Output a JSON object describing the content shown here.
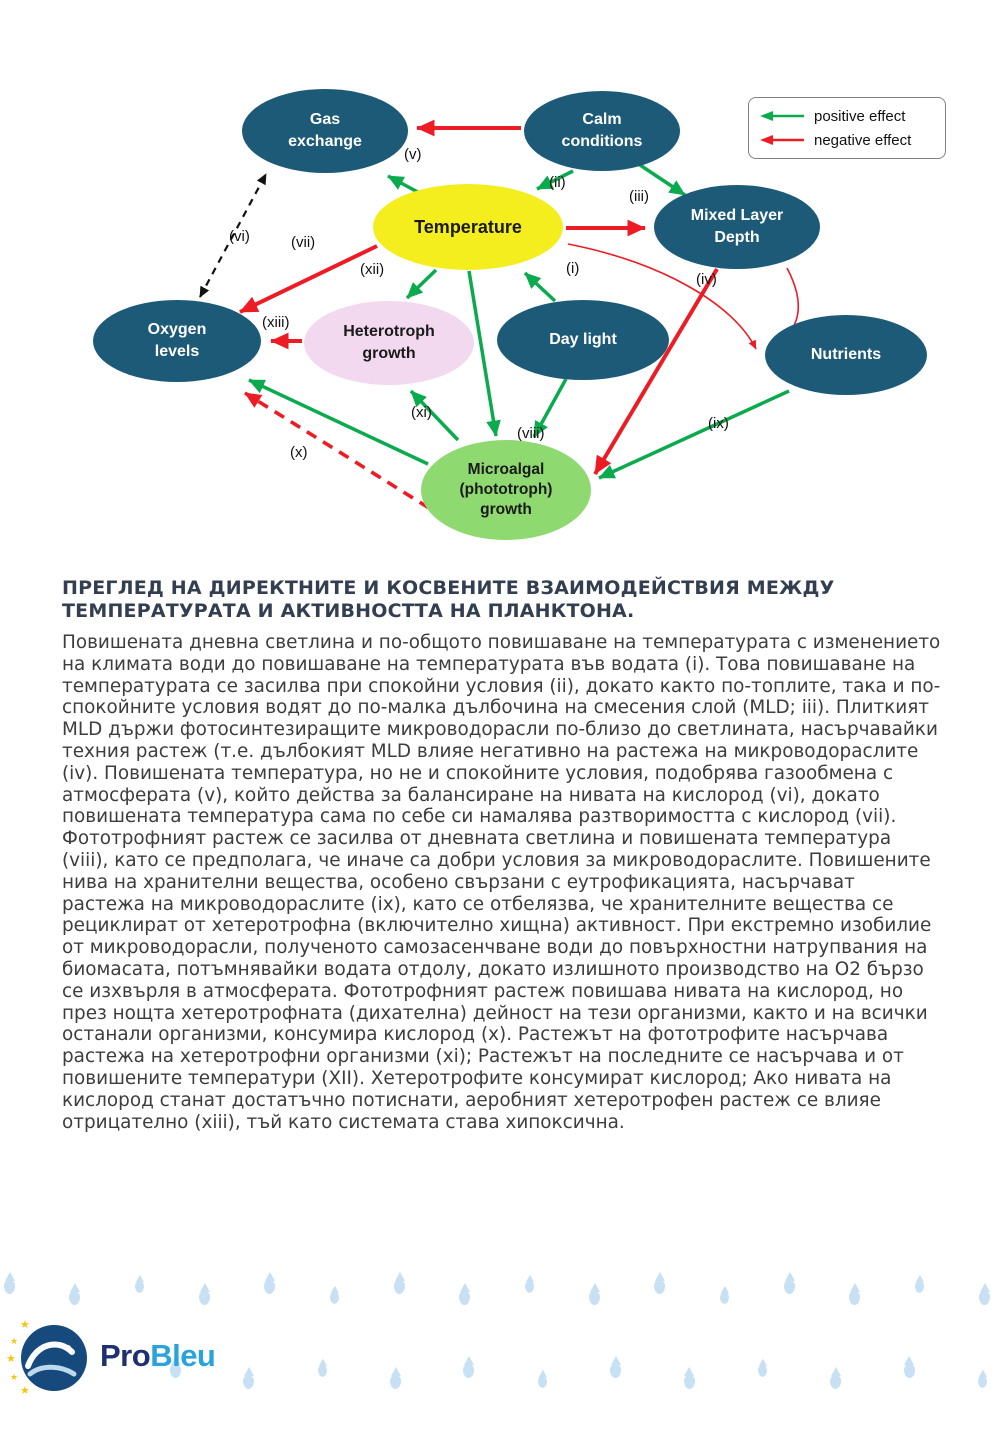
{
  "diagram": {
    "legend": {
      "positive": "positive effect",
      "negative": "negative effect"
    },
    "nodes": {
      "gas_exchange": "Gas\nexchange",
      "calm_conditions": "Calm\nconditions",
      "temperature": "Temperature",
      "mixed_layer_depth": "Mixed Layer\nDepth",
      "oxygen_levels": "Oxygen\nlevels",
      "heterotroph_growth": "Heterotroph\ngrowth",
      "day_light": "Day light",
      "nutrients": "Nutrients",
      "microalgal_growth": "Microalgal\n(phototroph)\ngrowth"
    },
    "edge_labels": {
      "i": "(i)",
      "ii": "(ii)",
      "iii": "(iii)",
      "iv": "(iv)",
      "v": "(v)",
      "vi": "(vi)",
      "vii": "(vii)",
      "viii": "(viii)",
      "ix": "(ix)",
      "x": "(x)",
      "xi": "(xi)",
      "xii": "(xii)",
      "xiii": "(xiii)"
    }
  },
  "article": {
    "heading": "ПРЕГЛЕД НА ДИРЕКТНИТЕ И КОСВЕНИТЕ ВЗАИМОДЕЙСТВИЯ МЕЖДУ\nТЕМПЕРАТУРАТА И АКТИВНОСТТА НА ПЛАНКТОНА.",
    "body": "Повишената дневна светлина и по-общото повишаване на температурата с изменението на климата води до повишаване на температурата във водата (i). Това повишаване на температурата се засилва при спокойни условия (ii), докато както по-топлите, така и по-спокойните условия водят до по-малка дълбочина на смесения слой (MLD; iii). Плиткият MLD държи фотосинтезиращите микроводорасли по-близо до светлината, насърчавайки техния растеж (т.е. дълбокият MLD влияе негативно на растежа на микроводораслите (iv). Повишената температура, но не и спокойните условия, подобрява газообмена с атмосферата (v), който действа за балансиране на нивата на кислород (vi), докато повишената температура сама по себе си намалява разтворимостта с кислород (vii). Фототрофният растеж се засилва от дневната светлина и повишената температура (viii), като се предполага, че иначе са добри условия за микроводораслите. Повишените нива на хранителни вещества, особено свързани с еутрофикацията, насърчават растежа на микроводораслите (ix), като се отбелязва, че хранителните вещества се рециклират от хетеротрофна (включително хищна) активност. При екстремно изобилие от микроводорасли, полученото самозасенчване води до повърхностни натрупвания на биомасата, потъмнявайки водата отдолу, докато излишното производство на O2 бързо се изхвърля в атмосферата. Фототрофният растеж повишава нивата на кислород, но през нощта хетеротрофната (дихателна) дейност на тези организми, както и на всички останали организми, консумира кислород (x). Растежът на фототрофите насърчава растежа на хетеротрофни организми (xi); Растежът на последните се насърчава и от повишените температури (XII). Хетеротрофите консумират кислород; Ако нивата на кислород станат достатъчно потиснати, аеробният хетеротрофен растеж се влияе отрицателно (xiii), тъй като системата става хипоксична."
  },
  "footer": {
    "brand_pro": "Pro",
    "brand_bleu": "Bleu"
  },
  "colors": {
    "node_teal": "#1c5a78",
    "node_yellow": "#f4ee1e",
    "node_pink": "#f2d9f0",
    "node_green": "#8fd971",
    "arrow_positive_green": "#0caa4e",
    "arrow_negative_red": "#ed1c24",
    "heading_text": "#333f50",
    "brand_dark_blue": "#1e3070",
    "brand_light_blue": "#2aa3dc",
    "droplet_blue": "#c7e0f3"
  }
}
